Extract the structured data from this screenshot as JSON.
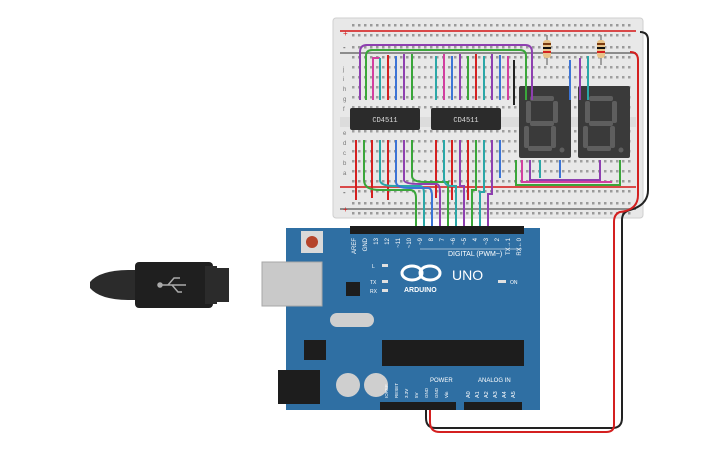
{
  "breadboard": {
    "row_letters_top": [
      "j",
      "i",
      "h",
      "g",
      "f"
    ],
    "row_letters_bottom": [
      "e",
      "d",
      "c",
      "b",
      "a"
    ],
    "rail_plus": "+",
    "rail_minus": "-"
  },
  "chips": [
    {
      "label": "CD4511"
    },
    {
      "label": "CD4511"
    }
  ],
  "arduino": {
    "model_label": "UNO",
    "brand_label": "ARDUINO",
    "digital_header_label": "DIGITAL (PWM~)",
    "power_label": "POWER",
    "analog_label": "ANALOG IN",
    "on_label": "ON",
    "l_label": "L",
    "tx_label": "TX",
    "rx_label": "RX",
    "digital_pins": [
      "AREF",
      "GND",
      "13",
      "12",
      "~11",
      "~10",
      "~9",
      "8",
      "7",
      "~6",
      "~5",
      "4",
      "~3",
      "2",
      "TX→1",
      "RX←0"
    ],
    "power_pins": [
      "IOREF",
      "RESET",
      "3.3V",
      "5V",
      "GND",
      "GND",
      "Vin"
    ],
    "analog_pins": [
      "A0",
      "A1",
      "A2",
      "A3",
      "A4",
      "A5"
    ]
  },
  "colors": {
    "board_blue": "#2f6fa3",
    "breadboard": "#e9e9e9",
    "wire_red": "#d42020",
    "wire_black": "#222222",
    "wire_green": "#3aa63a",
    "wire_purple": "#8e3fb0",
    "wire_teal": "#2aa7a7",
    "wire_blue": "#3b74d6",
    "wire_pink": "#d23fa0",
    "segment_off": "#5a5a5a"
  }
}
